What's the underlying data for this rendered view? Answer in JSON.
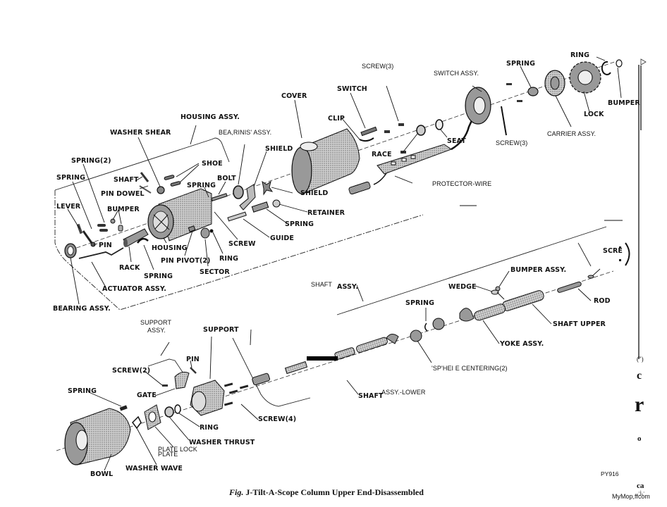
{
  "figure": {
    "caption_prefix": "Fig.",
    "caption_title": " J-Tilt-A-Scope Column Upper End-Disassembled",
    "figure_code": "PY916",
    "watermark": "MyMop,ffcom",
    "margin_fragments": [
      "(\")",
      "c",
      "r",
      "ca",
      "·j,·",
      "o"
    ]
  },
  "labels": {
    "housing_assy": "HOUSING ASSY.",
    "washer_shear": "WASHER SHEAR",
    "bearings_assy": "BEA,RINIS' ASSY.",
    "spring2": "SPRING(2)",
    "spring_left": "SPRING",
    "shaft": "SHAFT",
    "shoe": "SHOE",
    "bolt": "BOLT",
    "spring_mid": "SPRING",
    "pin_dowel": "PIN DOWEL",
    "bumper": "BUMPER",
    "lever": "LEVER",
    "pin": "PIN",
    "housing": "HOUSING",
    "pin_pivot": "PIN PIVOT(2)",
    "sector": "SECTOR",
    "ring_mid": "RING",
    "screw_mid": "SCREW",
    "rack": "RACK",
    "spring_rack": "SPRING",
    "actuator_assy": "ACTUATOR ASSY.",
    "bearing_assy": "BEARING ASSY.",
    "shield_top": "SHIELD",
    "shield_bottom": "SHIELD",
    "retainer": "RETAINER",
    "spring_retainer": "SPRING",
    "guide": "GUIDE",
    "cover": "COVER",
    "switch": "SWITCH",
    "screw3_top": "SCREW(3)",
    "clip": "CLIP",
    "race": "RACE",
    "seat": "SEAT",
    "switch_assy": "SWITCH  ASSY.",
    "protector_wire": "PROTECTOR-WIRE",
    "screw3_right": "SCREW(3)",
    "spring_top_right": "SPRING",
    "carrier_assy": "CARRIER ASSY.",
    "lock": "LOCK",
    "ring_top": "RING",
    "bumper_right": "BUMPER",
    "screw_right": "SCRE",
    "rod": "ROD",
    "shaft_upper": "SHAFT  UPPER",
    "bumper_assy": "BUMPER ASSY.",
    "wedge": "WEDGE",
    "shaft_assy_1": "SHAFT",
    "shaft_assy_2": "ASSY.",
    "spring_centering": "SPRING",
    "yoke_assy": "YOKE  ASSY.",
    "sphere_centering": "'SP'HEI E  CENTERING(2)",
    "shaft_lower_1": "SHAFT",
    "shaft_lower_2": "ASSY.-LOWER",
    "support_assy": "SUPPORT\nASSY.",
    "support_assy_1": "SUPPORT",
    "support_assy_2": "ASSY.",
    "support": "SUPPORT",
    "pin_support": "PIN",
    "screw2": "SCREW(2)",
    "gate": "GATE",
    "spring_bowl": "SPRING",
    "ring_bottom": "RING",
    "washer_thrust": "WASHER THRUST",
    "plate_lock": "PLATE LOCK",
    "plate": "PLATE",
    "screw4": "SCREW(4)",
    "bowl": "BOWL",
    "washer_wave": "WASHER WAVE"
  }
}
